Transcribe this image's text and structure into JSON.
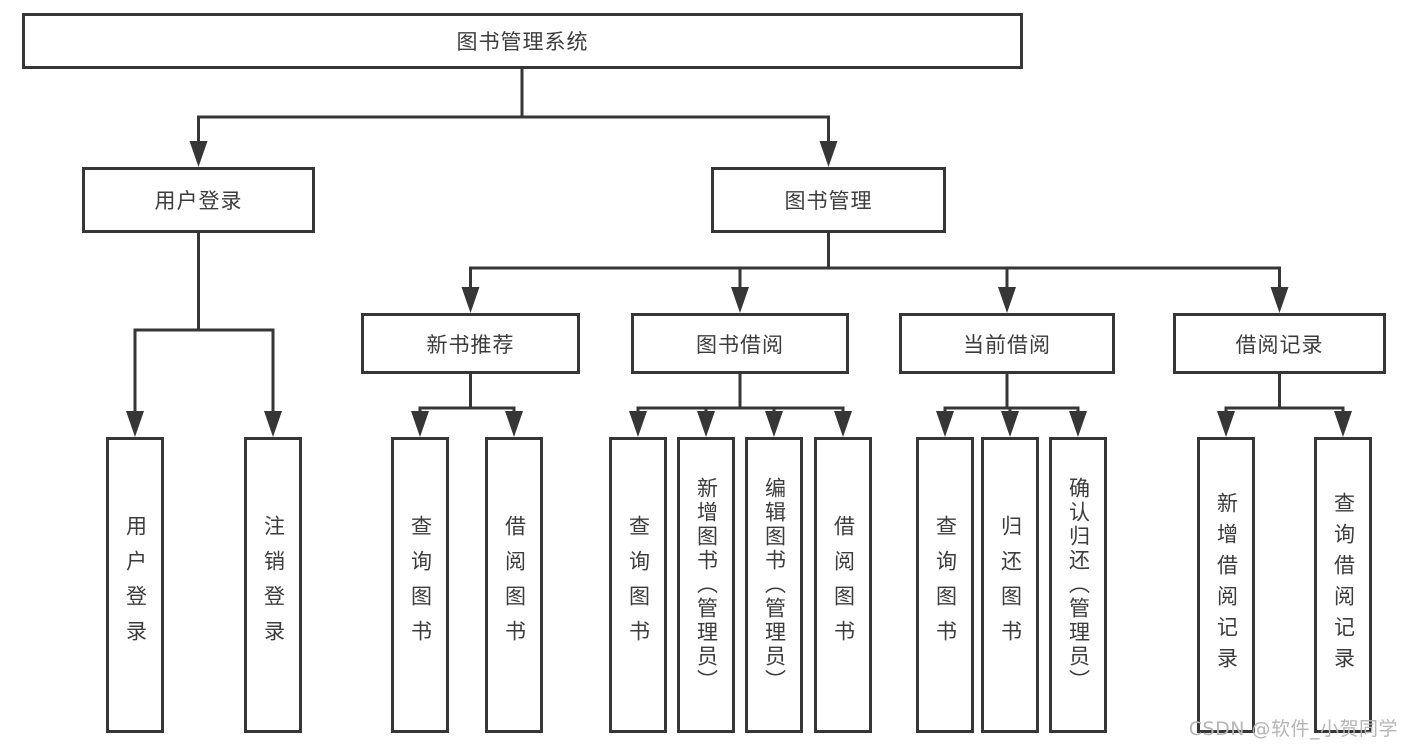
{
  "diagram": {
    "title_note": "functional structure diagram of a library management system",
    "root": {
      "label": "图书管理系统"
    },
    "branches": [
      {
        "label": "用户登录",
        "children": [
          {
            "label": "用户登录"
          },
          {
            "label": "注销登录"
          }
        ]
      },
      {
        "label": "图书管理",
        "sections": [
          {
            "label": "新书推荐",
            "children": [
              {
                "label": "查询图书"
              },
              {
                "label": "借阅图书"
              }
            ]
          },
          {
            "label": "图书借阅",
            "children": [
              {
                "label": "查询图书"
              },
              {
                "label": "新增图书（管理员）"
              },
              {
                "label": "编辑图书（管理员）"
              },
              {
                "label": "借阅图书"
              }
            ]
          },
          {
            "label": "当前借阅",
            "children": [
              {
                "label": "查询图书"
              },
              {
                "label": "归还图书"
              },
              {
                "label": "确认归还（管理员）"
              }
            ]
          },
          {
            "label": "借阅记录",
            "children": [
              {
                "label": "新增借阅记录"
              },
              {
                "label": "查询借阅记录"
              }
            ]
          }
        ]
      }
    ]
  },
  "watermark": {
    "text": "CSDN @软件_小贺同学"
  },
  "colors": {
    "line": "#363636",
    "box_border": "#363636",
    "text": "#3c3c3c",
    "watermark": "#b5b5b5",
    "background": "#ffffff"
  }
}
